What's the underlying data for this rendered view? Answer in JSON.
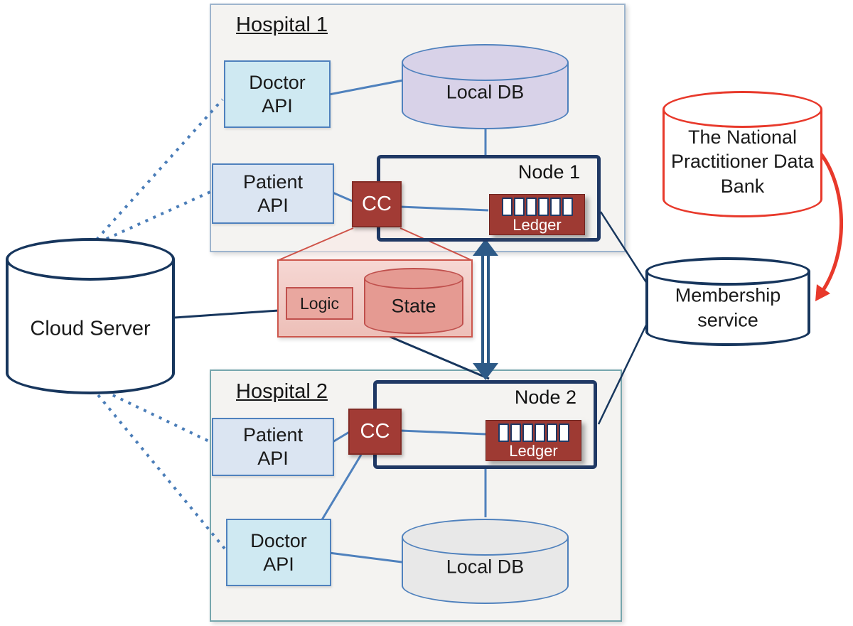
{
  "colors": {
    "navy": "#17365d",
    "node_border": "#1f3864",
    "steel_blue": "#4f81bd",
    "dotted_blue": "#4a7db8",
    "cc_red": "#a23b35",
    "ledger_red": "#9e3a33",
    "callout_red": "#c0504d",
    "bright_red": "#e8392b",
    "hospital_fill": "#f4f3f1",
    "local_db1_fill": "#d8d2e8",
    "local_db2_fill": "#e8e8e8"
  },
  "cloud_server": {
    "label": "Cloud Server"
  },
  "hospital1": {
    "title": "Hospital 1",
    "doctor_api": "Doctor API",
    "patient_api": "Patient API",
    "local_db": "Local DB",
    "cc": "CC",
    "node_title": "Node 1",
    "ledger": "Ledger",
    "ledger_blocks": 6
  },
  "hospital2": {
    "title": "Hospital 2",
    "doctor_api": "Doctor API",
    "patient_api": "Patient API",
    "local_db": "Local DB",
    "cc": "CC",
    "node_title": "Node 2",
    "ledger": "Ledger",
    "ledger_blocks": 6
  },
  "chaincode_detail": {
    "logic": "Logic",
    "state": "State"
  },
  "membership_service": {
    "label": "Membership service"
  },
  "data_bank": {
    "label": "The National Practitioner Data Bank"
  }
}
